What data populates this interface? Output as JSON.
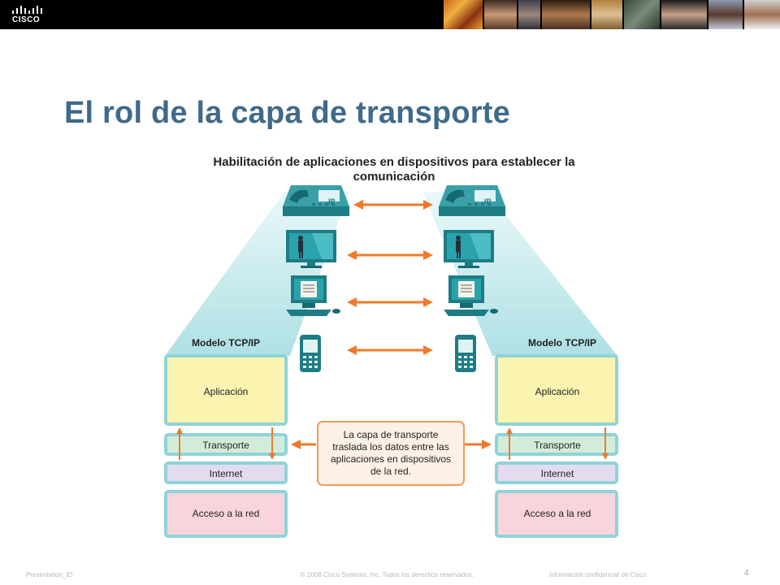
{
  "header": {
    "logo_text": "CISCO"
  },
  "slide": {
    "title": "El rol de la capa de transporte",
    "figure_title_line1": "Habilitación de aplicaciones en dispositivos para establecer la",
    "figure_title_line2": "comunicación"
  },
  "diagram": {
    "left_stack": {
      "label": "Modelo TCP/IP",
      "layers": [
        "Aplicación",
        "Transporte",
        "Internet",
        "Acceso a la red"
      ]
    },
    "right_stack": {
      "label": "Modelo TCP/IP",
      "layers": [
        "Aplicación",
        "Transporte",
        "Internet",
        "Acceso a la red"
      ]
    },
    "devices": [
      "ip-phone",
      "video-monitor",
      "desktop-computer",
      "mobile-phone"
    ],
    "phone_badge": "IP",
    "callout_lines": [
      "La capa de transporte",
      "traslada los datos entre las",
      "aplicaciones en dispositivos",
      "de la red."
    ],
    "colors": {
      "arrow": "#f07a2a",
      "application": "#faf4b0",
      "transport": "#d3ecd9",
      "internet": "#e3dcef",
      "network_access": "#f8d5dc",
      "stack_border": "#6cc3c9",
      "device_teal": "#2a8d96",
      "callout_border": "#f09a5a",
      "callout_fill": "#fdf0e6"
    }
  },
  "footer": {
    "left": "Presentation_ID",
    "center": "© 2008 Cisco Systems, Inc. Todos los derechos reservados.",
    "right": "Información confidencial de Cisco",
    "page": "4"
  }
}
